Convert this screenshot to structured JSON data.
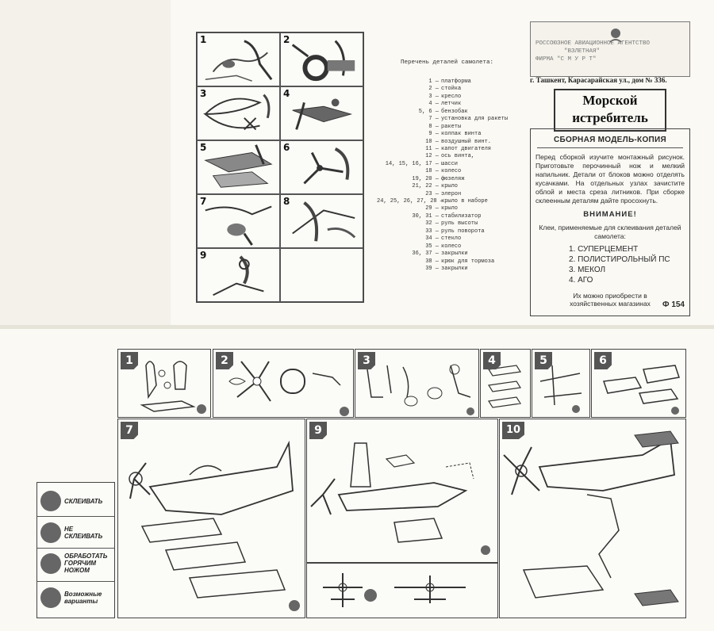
{
  "steps": [
    {
      "n": "1"
    },
    {
      "n": "2"
    },
    {
      "n": "3"
    },
    {
      "n": "4"
    },
    {
      "n": "5"
    },
    {
      "n": "6"
    },
    {
      "n": "7"
    },
    {
      "n": "8"
    },
    {
      "n": "9"
    }
  ],
  "parts_list": {
    "title": "Перечень деталей самолета:",
    "items": [
      {
        "num": "1 —",
        "name": "платформа"
      },
      {
        "num": "2 —",
        "name": "стойка"
      },
      {
        "num": "3 —",
        "name": "кресло"
      },
      {
        "num": "4 —",
        "name": "летчик"
      },
      {
        "num": "5, 6 —",
        "name": "бензобак"
      },
      {
        "num": "7 —",
        "name": "установка для ракеты"
      },
      {
        "num": "8 —",
        "name": "ракеты"
      },
      {
        "num": "9 —",
        "name": "колпак винта"
      },
      {
        "num": "10 —",
        "name": "воздушный винт."
      },
      {
        "num": "11 —",
        "name": "капот двигателя"
      },
      {
        "num": "12 —",
        "name": "ось винта,"
      },
      {
        "num": "14, 15, 16, 17 —",
        "name": "шасси"
      },
      {
        "num": "18 —",
        "name": "колесо"
      },
      {
        "num": "19, 20 —",
        "name": "фюзеляж"
      },
      {
        "num": "21, 22 —",
        "name": "крыло"
      },
      {
        "num": "23 —",
        "name": "элерон"
      },
      {
        "num": "24, 25, 26, 27, 28 —",
        "name": "крыло в наборе"
      },
      {
        "num": "29 —",
        "name": "крыло"
      },
      {
        "num": "30, 31 —",
        "name": "стабилизатор"
      },
      {
        "num": "32 —",
        "name": "руль высоты"
      },
      {
        "num": "33 —",
        "name": "руль поворота"
      },
      {
        "num": "34 —",
        "name": "стекло"
      },
      {
        "num": "35 —",
        "name": "колесо"
      },
      {
        "num": "36, 37 —",
        "name": "закрылки"
      },
      {
        "num": "38 —",
        "name": "крюк для тормоза"
      },
      {
        "num": "39 —",
        "name": "закрылки"
      }
    ]
  },
  "maker": {
    "line1": "РОССОЮЗНОЕ АВИАЦИОННОЕ АГЕНТСТВО",
    "line2": "\"ВЗЛЕТНАЯ\"",
    "line3": "ФИРМА \"С М У Р Т\"",
    "address": "г. Ташкент, Карасарайская ул., дом № 336."
  },
  "product": {
    "title_line1": "Морской",
    "title_line2": "истребитель",
    "heading": "СБОРНАЯ МОДЕЛЬ-КОПИЯ",
    "intro": "Перед сборкой изучите монтажный рисунок. Приготовьте перочинный нож и мелкий напильник. Детали от блоков можно отделять кусачками. На отдельных узлах зачистите облой и места среза литников. При сборке склеенным деталям дайте просохнуть.",
    "attention": "ВНИМАНИЕ!",
    "glue_intro": "Клеи, применяемые для склеивания деталей самолета:",
    "glues": [
      "1. СУПЕРЦЕМЕНТ",
      "2. ПОЛИСТИРОЛЬНЫЙ ПС",
      "3. МЕКОЛ",
      "4. АГО"
    ],
    "buy": "Их можно приобрести в хозяйственных магазинах",
    "code": "Ф 154"
  },
  "panels": [
    {
      "n": "1"
    },
    {
      "n": "2"
    },
    {
      "n": "3"
    },
    {
      "n": "4"
    },
    {
      "n": "5"
    },
    {
      "n": "6"
    },
    {
      "n": "7"
    },
    {
      "n": "9"
    },
    {
      "n": "10"
    }
  ],
  "legend": [
    {
      "label": "СКЛЕИВАТЬ"
    },
    {
      "label": "НЕ СКЛЕИВАТЬ"
    },
    {
      "label": "ОБРАБОТАТЬ ГОРЯЧИМ НОЖОМ"
    },
    {
      "label": "Возможные варианты"
    }
  ]
}
